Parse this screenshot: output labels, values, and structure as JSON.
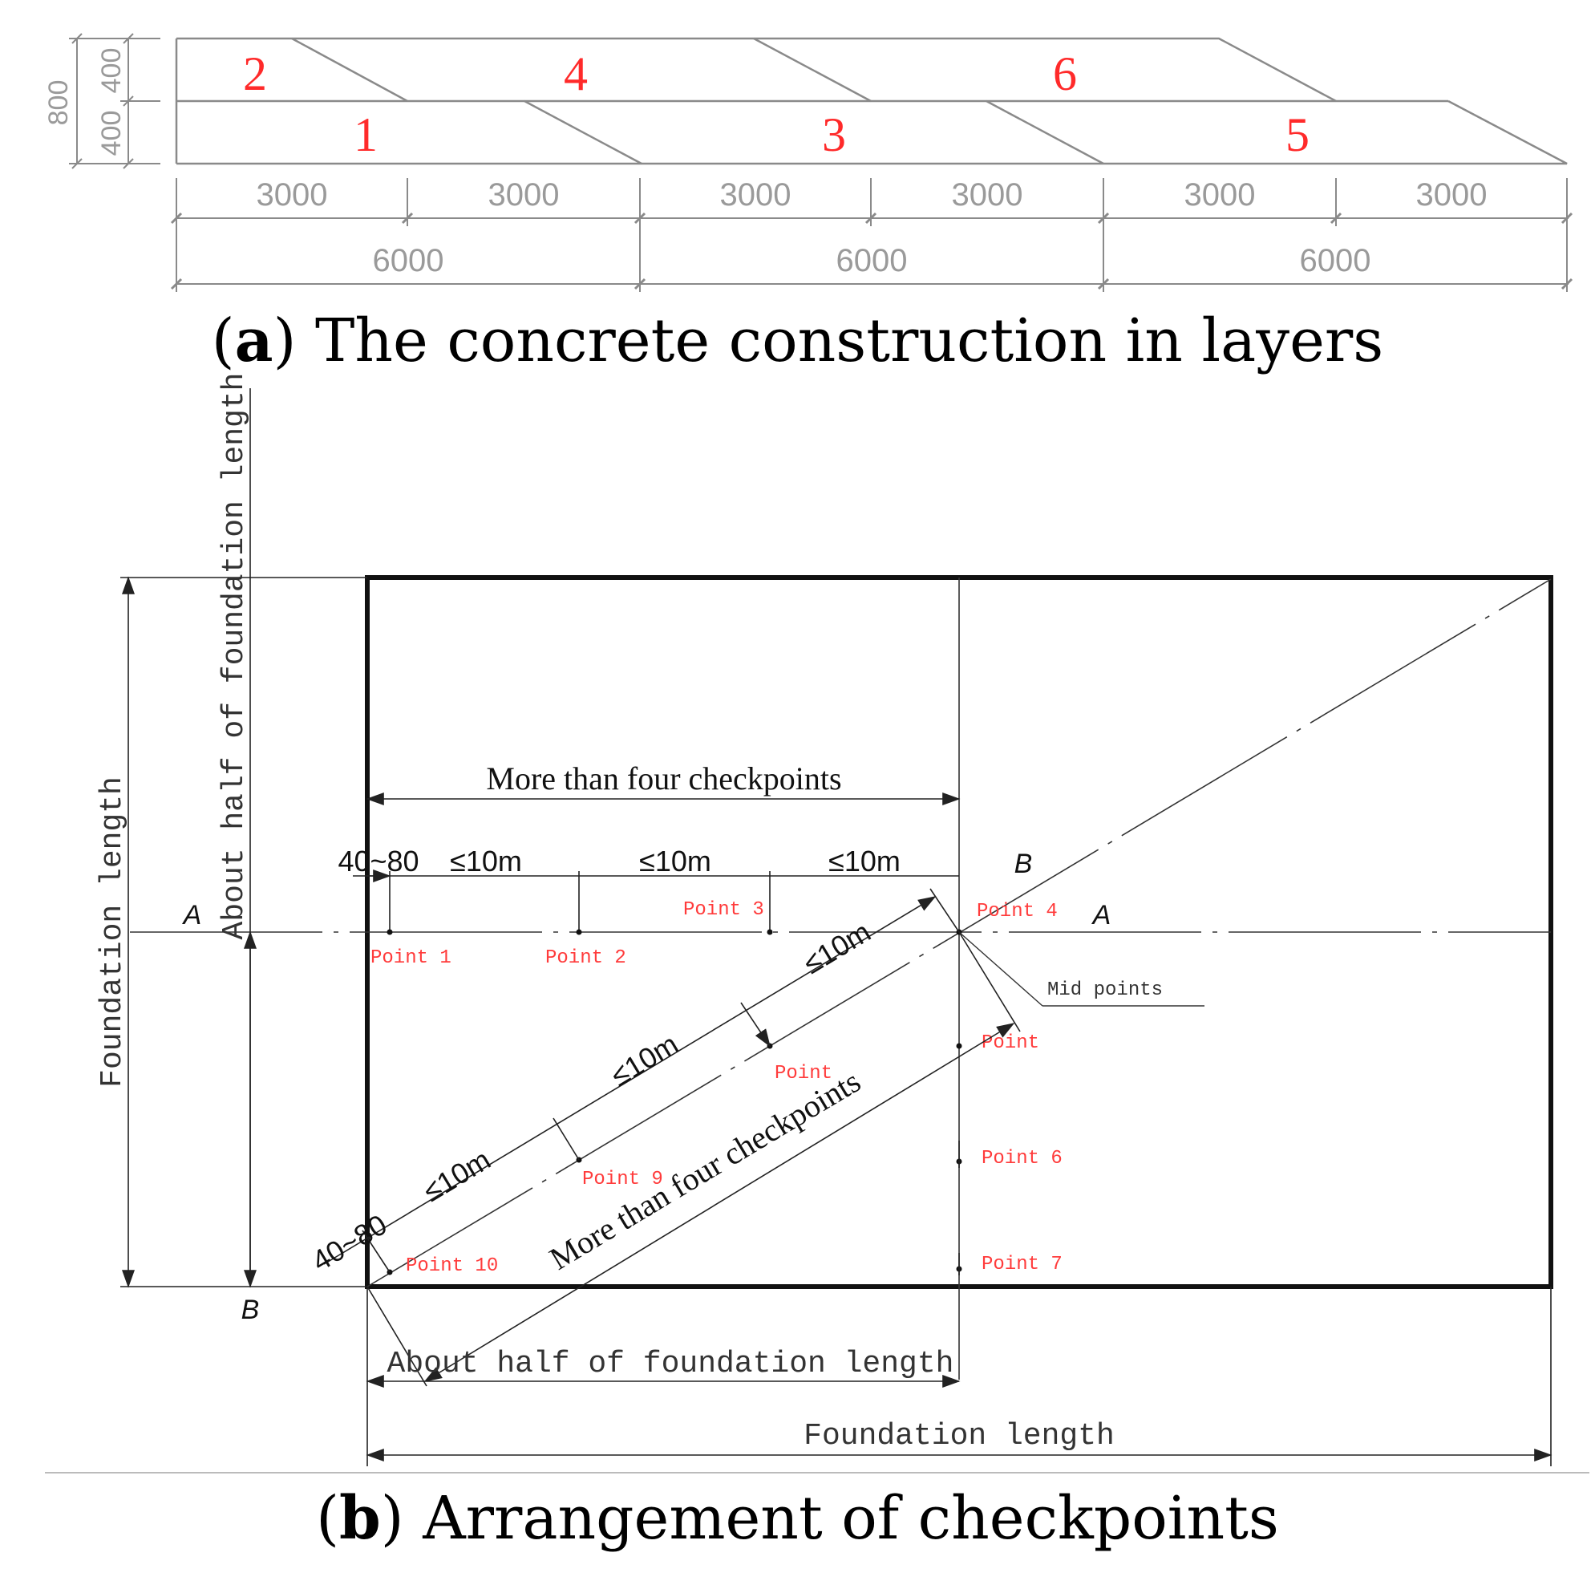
{
  "figure_a": {
    "caption_letter": "a",
    "caption_text": "The concrete construction in layers",
    "height_labels": {
      "total": "800",
      "top": "400",
      "bottom": "400"
    },
    "layer_numbers": [
      "1",
      "2",
      "3",
      "4",
      "5",
      "6"
    ],
    "dims_small": [
      "3000",
      "3000",
      "3000",
      "3000",
      "3000",
      "3000"
    ],
    "dims_large": [
      "6000",
      "6000",
      "6000"
    ]
  },
  "figure_b": {
    "caption_letter": "b",
    "caption_text": "Arrangement of checkpoints",
    "labels": {
      "foundation_length_left": "Foundation length",
      "half_length_vertical": "About half of foundation length",
      "half_length_bottom": "About half of foundation length",
      "foundation_length_bottom": "Foundation length",
      "more_than_four_top": "More than four checkpoints",
      "more_than_four_diag": "More than four checkpoints",
      "offset_top": "40~80",
      "offset_diag": "40~80",
      "spacing": "≤10m",
      "mid_points": "Mid points"
    },
    "section_marks": {
      "a_left": "A",
      "a_right": "A",
      "b_top": "B",
      "b_bottom": "B"
    },
    "points": {
      "p1": "Point 1",
      "p2": "Point 2",
      "p3": "Point 3",
      "p4": "Point 4",
      "p5": "Point",
      "p6": "Point 6",
      "p7": "Point 7",
      "p8": "Point",
      "p9": "Point 9",
      "p10": "Point 10"
    }
  }
}
